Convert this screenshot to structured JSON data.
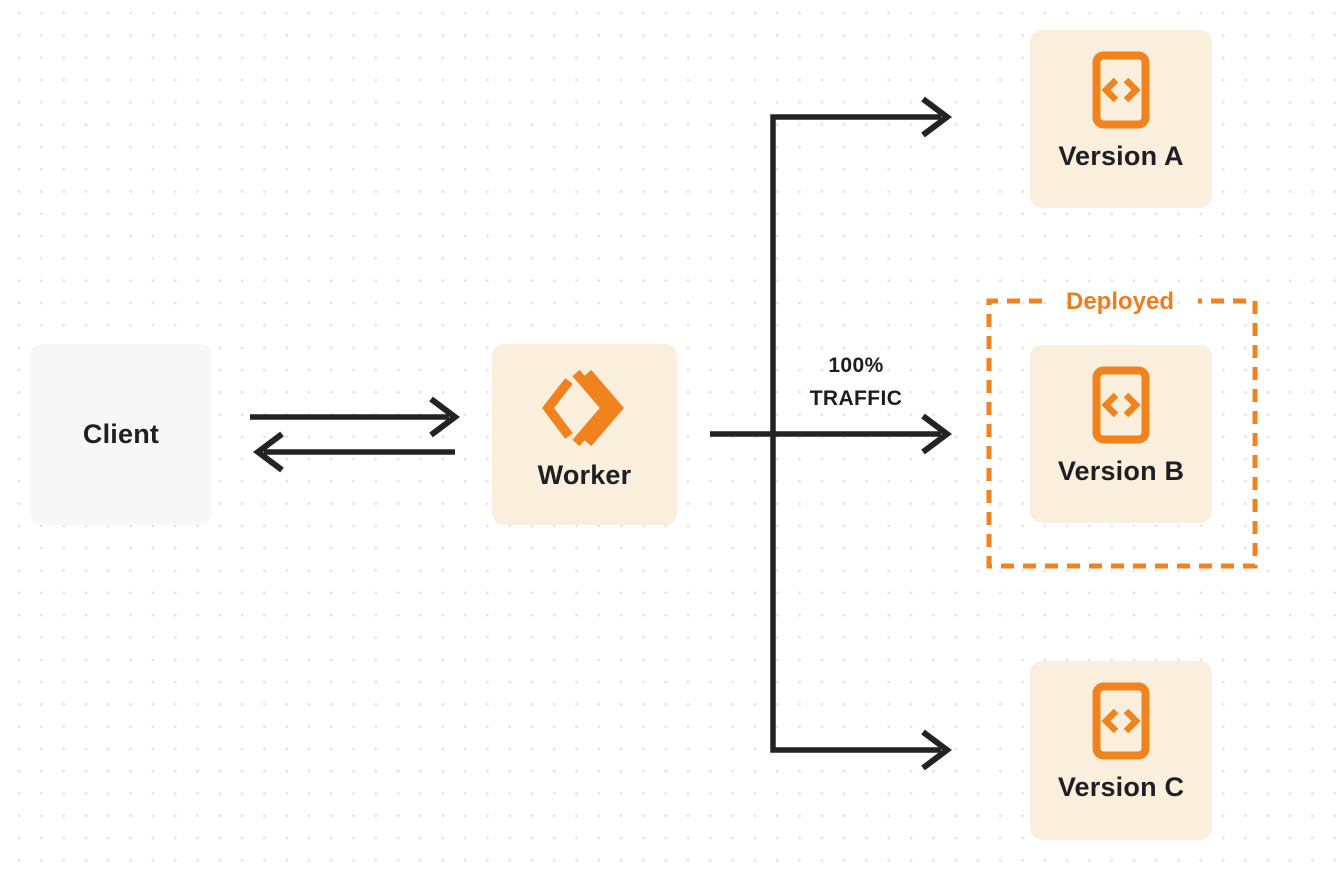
{
  "diagram": {
    "title": "worker-traffic-routing-diagram",
    "nodes": {
      "client": {
        "label": "Client"
      },
      "worker": {
        "label": "Worker",
        "icon": "workers-logo-icon"
      },
      "version_a": {
        "label": "Version A",
        "icon": "code-file-icon"
      },
      "version_b": {
        "label": "Version B",
        "icon": "code-file-icon"
      },
      "version_c": {
        "label": "Version C",
        "icon": "code-file-icon"
      }
    },
    "labels": {
      "traffic_line1": "100%",
      "traffic_line2": "TRAFFIC",
      "deployed": "Deployed"
    },
    "edges": [
      {
        "from": "client",
        "to": "worker",
        "type": "arrow-right"
      },
      {
        "from": "worker",
        "to": "client",
        "type": "arrow-left"
      },
      {
        "from": "worker",
        "to": "version_a",
        "type": "branch-arrow"
      },
      {
        "from": "worker",
        "to": "version_b",
        "type": "branch-arrow",
        "label": "100% TRAFFIC"
      },
      {
        "from": "worker",
        "to": "version_c",
        "type": "branch-arrow"
      }
    ],
    "colors": {
      "background": "#ffffff",
      "dot_grid": "#e4e4e6",
      "arrow": "#232323",
      "accent_orange": "#f0831d",
      "deployed_border": "#f0831d",
      "box_cream": "#faeedd",
      "box_gray": "#f7f7f8",
      "text_dark": "#1f1f23"
    }
  }
}
